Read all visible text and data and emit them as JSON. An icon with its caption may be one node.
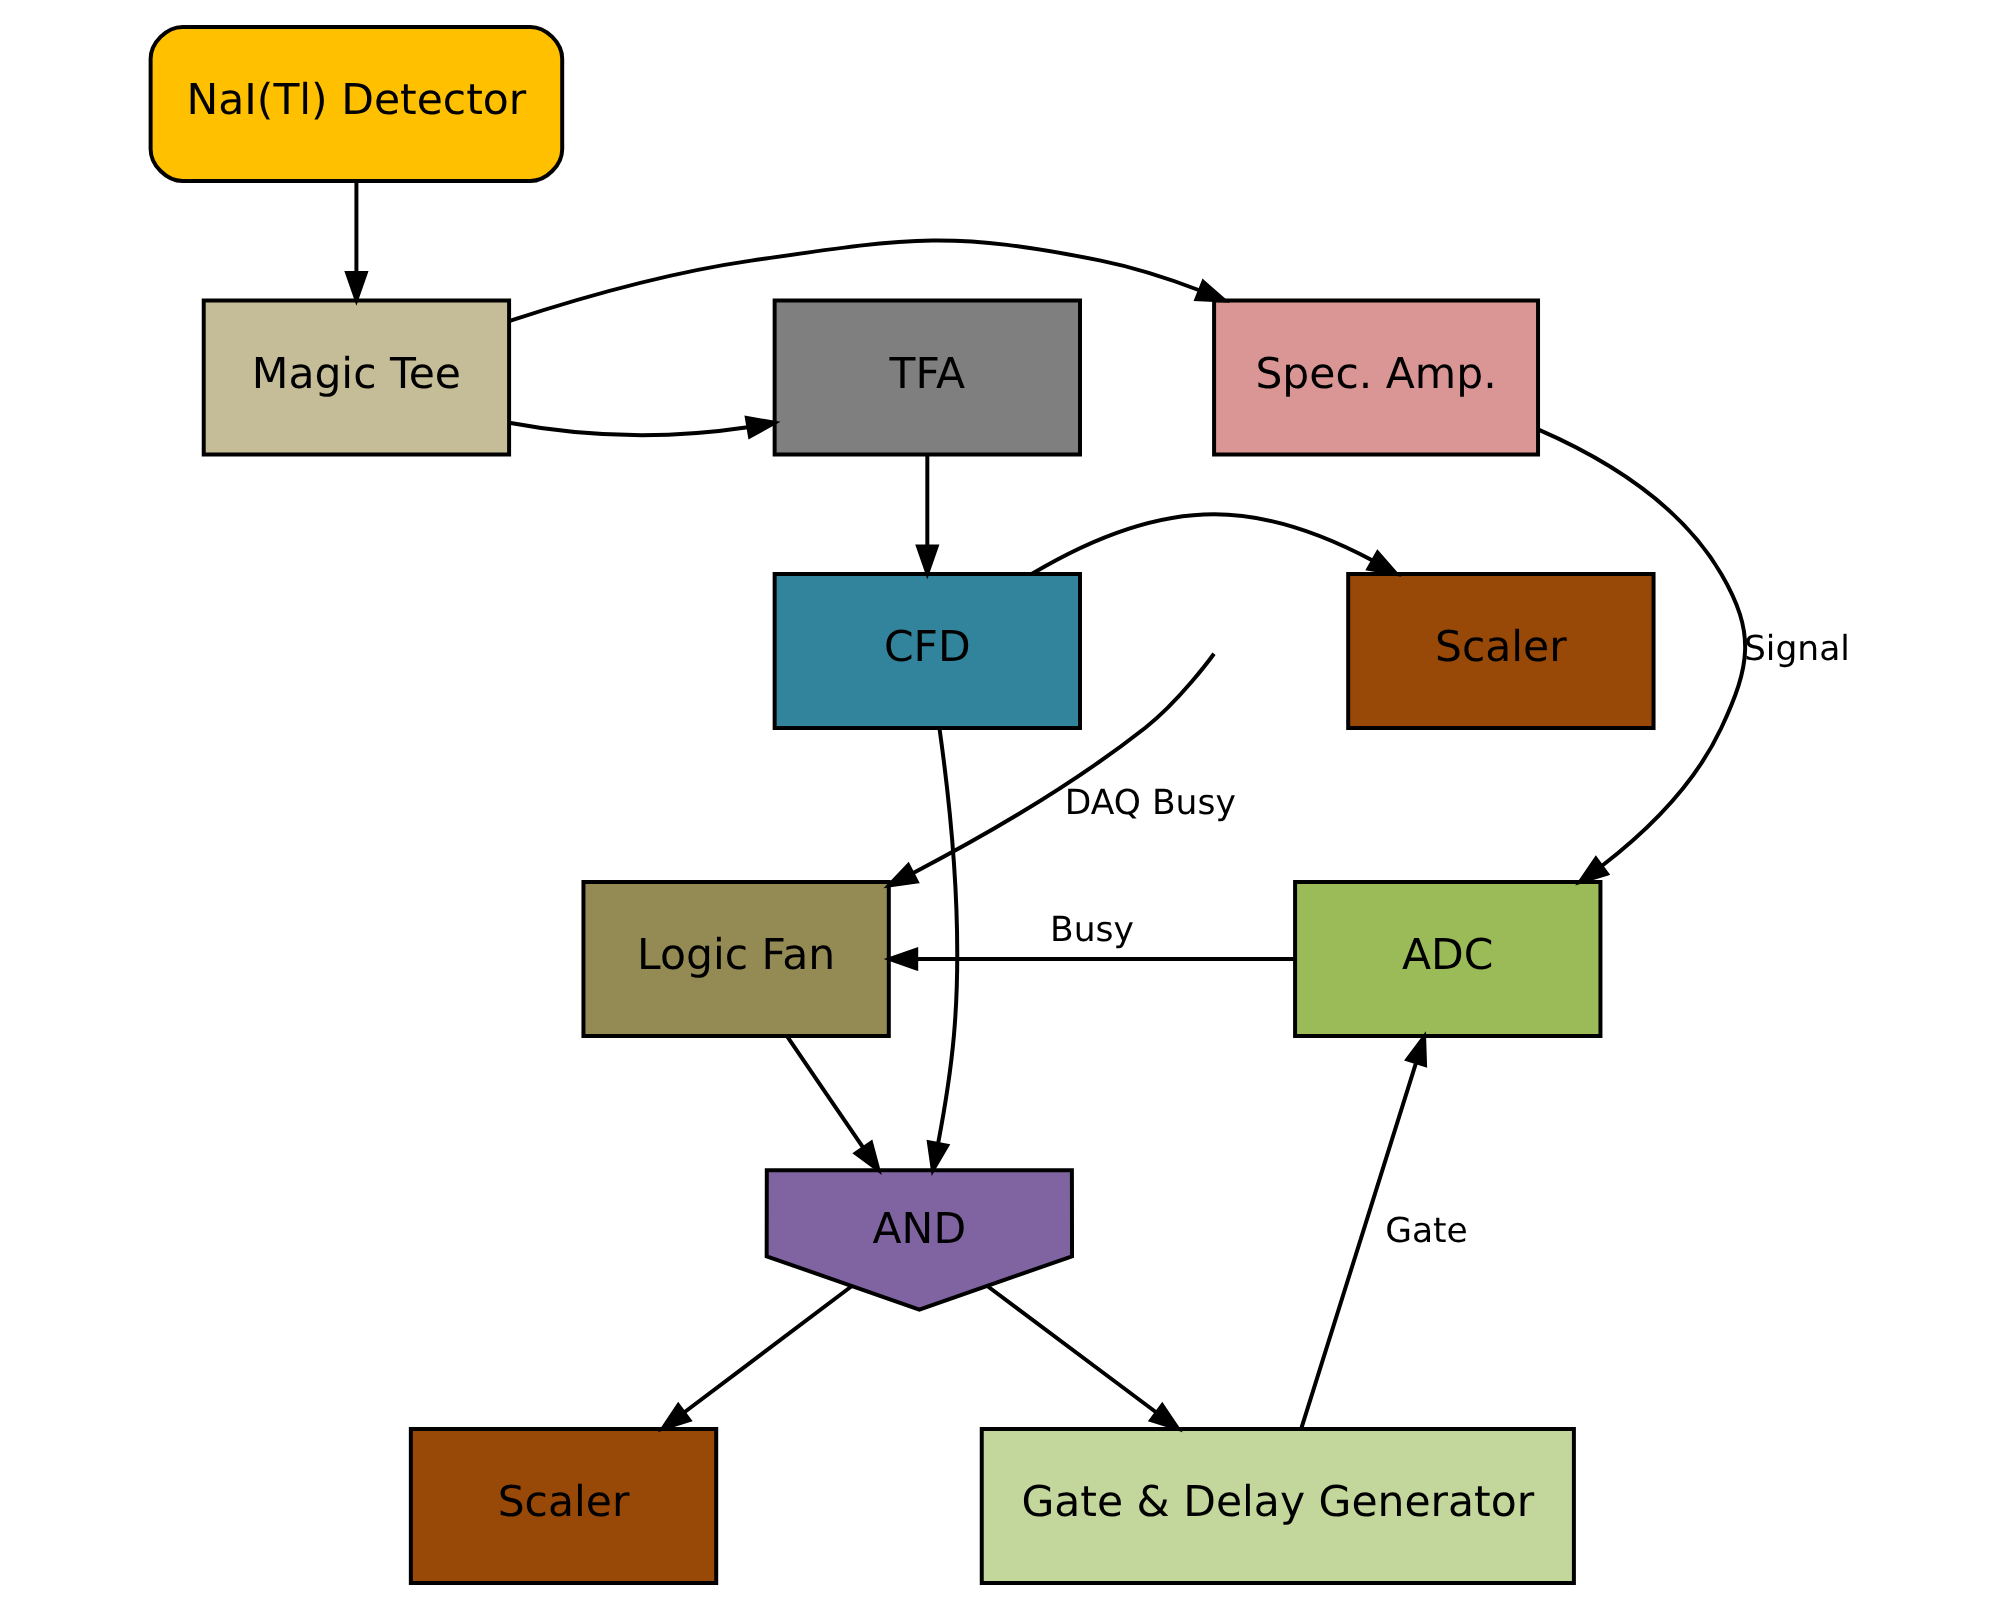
{
  "diagram": {
    "nodes": [
      {
        "text": [
          "NaI(Tl) Detector"
        ]
      },
      {
        "text": [
          "TFA"
        ]
      },
      {
        "text": [
          "Magic Tee"
        ]
      },
      {
        "text": [
          "Spec. Amp."
        ]
      },
      {
        "text": [
          "CFD"
        ]
      },
      {
        "text": [
          "Scaler"
        ]
      },
      {
        "text": [
          "Logic Fan"
        ]
      },
      {
        "text": [
          "ADC"
        ]
      },
      {
        "text": [
          "AND"
        ]
      },
      {
        "text": [
          "Gate & Delay Generator"
        ]
      },
      {
        "text": [
          "Scaler"
        ]
      }
    ],
    "edges": [
      {
        "from": 0,
        "to": 2,
        "arrow": "to"
      },
      {
        "from": 2,
        "to": 1,
        "arrow": "to"
      },
      {
        "from": 2,
        "to": 3,
        "arrow": "to"
      },
      {
        "from": 1,
        "to": 4,
        "arrow": "to"
      },
      {
        "from": 4,
        "to": 5,
        "arrow": "to"
      },
      {
        "from": 3,
        "to": 7,
        "arrow": "to",
        "label": "Signal"
      },
      {
        "from": null,
        "to": 6,
        "arrow": "to",
        "label": "DAQ Busy"
      },
      {
        "from": 7,
        "to": 6,
        "arrow": "to",
        "label": "Busy"
      },
      {
        "from": 6,
        "to": 8,
        "arrow": "to"
      },
      {
        "from": 4,
        "to": 8,
        "arrow": "to"
      },
      {
        "from": 8,
        "to": 10,
        "arrow": "to"
      },
      {
        "from": 8,
        "to": 9,
        "arrow": "to"
      },
      {
        "from": 9,
        "to": 7,
        "arrow": "to",
        "label": "Gate"
      }
    ]
  }
}
